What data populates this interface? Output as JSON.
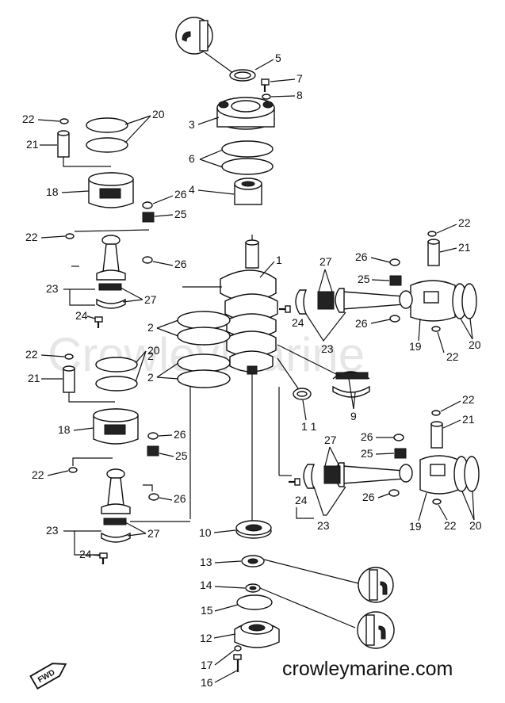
{
  "watermark": "CrowleyMarine",
  "footer_site": "crowleymarine.com",
  "fwd_label": "FWD",
  "callouts": {
    "n1": "1",
    "n2a": "2",
    "n2b": "2",
    "n2c": "2",
    "n3": "3",
    "n4": "4",
    "n5": "5",
    "n6": "6",
    "n7": "7",
    "n8": "8",
    "n9": "9",
    "n10": "10",
    "n11": "1 1",
    "n12": "12",
    "n13": "13",
    "n14": "14",
    "n15": "15",
    "n16": "16",
    "n17": "17",
    "n18a": "18",
    "n18b": "18",
    "n19a": "19",
    "n19b": "19",
    "n20a": "20",
    "n20b": "20",
    "n20c": "20",
    "n20d": "20",
    "n21a": "21",
    "n21b": "21",
    "n21c": "21",
    "n21d": "21",
    "n22a": "22",
    "n22b": "22",
    "n22c": "22",
    "n22d": "22",
    "n22e": "22",
    "n22f": "22",
    "n22g": "22",
    "n22h": "22",
    "n23a": "23",
    "n23b": "23",
    "n23c": "23",
    "n23d": "23",
    "n24a": "24",
    "n24b": "24",
    "n24c": "24",
    "n24d": "24",
    "n25a": "25",
    "n25b": "25",
    "n25c": "25",
    "n25d": "25",
    "n26a": "26",
    "n26b": "26",
    "n26c": "26",
    "n26d": "26",
    "n26e": "26",
    "n26f": "26",
    "n26g": "26",
    "n26h": "26",
    "n27a": "27",
    "n27b": "27",
    "n27c": "27",
    "n27d": "27"
  }
}
